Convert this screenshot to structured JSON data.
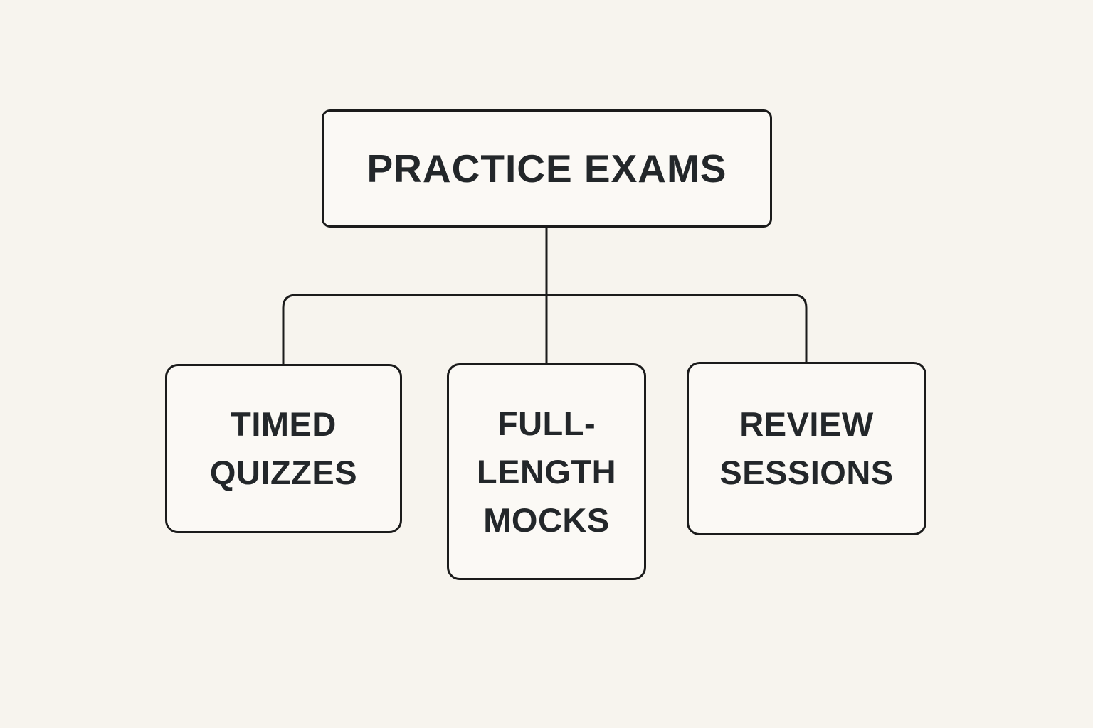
{
  "diagram": {
    "root": {
      "label": "PRACTICE EXAMS"
    },
    "children": [
      {
        "label": "TIMED QUIZZES",
        "lines": [
          "TIMED",
          "QUIZZES"
        ]
      },
      {
        "label": "FULL-LENGTH MOCKS",
        "lines": [
          "FULL-",
          "LENGTH",
          "MOCKS"
        ]
      },
      {
        "label": "REVIEW SESSIONS",
        "lines": [
          "REVIEW",
          "SESSIONS"
        ]
      }
    ],
    "colors": {
      "background": "#f7f4ee",
      "box_fill": "#fbf9f5",
      "line": "#1b1b1b",
      "text": "#23272a"
    }
  }
}
